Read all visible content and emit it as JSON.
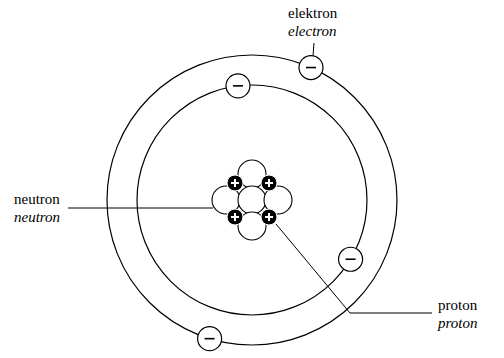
{
  "diagram": {
    "labels": [
      "elektron",
      "electron",
      "neutron",
      "neutron",
      "proton",
      "proton"
    ]
  }
}
